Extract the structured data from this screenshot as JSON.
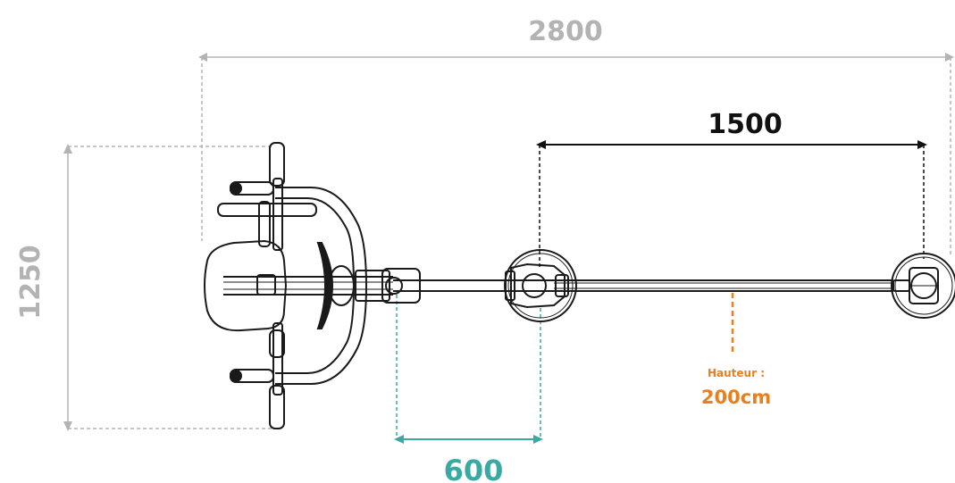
{
  "dimensions": {
    "overall_length": "2800",
    "overall_width": "1250",
    "post_spacing": "1500",
    "seat_offset": "600"
  },
  "height_note": {
    "label": "Hauteur :",
    "value": "200cm"
  },
  "colors": {
    "gray": "#b3b3b3",
    "black": "#111111",
    "teal": "#3aa9a4",
    "orange": "#e8801f",
    "equipment": "#1a1a1a"
  }
}
